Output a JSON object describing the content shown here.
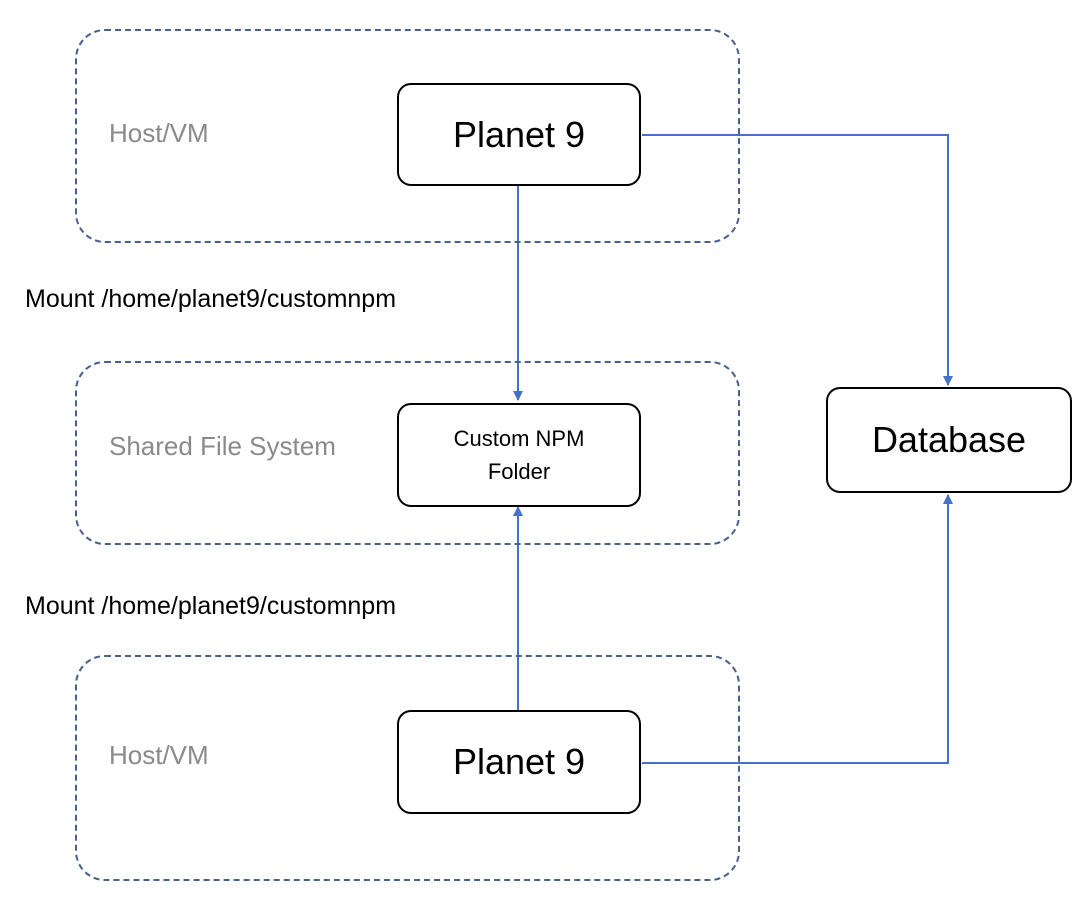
{
  "zones": {
    "host_top": {
      "label": "Host/VM"
    },
    "shared": {
      "label": "Shared File System"
    },
    "host_bottom": {
      "label": "Host/VM"
    }
  },
  "nodes": {
    "planet9_top": {
      "label": "Planet 9"
    },
    "custom_npm": {
      "line1": "Custom NPM",
      "line2": "Folder"
    },
    "planet9_bottom": {
      "label": "Planet 9"
    },
    "database": {
      "label": "Database"
    }
  },
  "edges": {
    "mount_top": {
      "label": "Mount /home/planet9/customnpm"
    },
    "mount_bottom": {
      "label": "Mount /home/planet9/customnpm"
    }
  },
  "colors": {
    "connector": "#4472c4",
    "zone_border": "#4a5f8a",
    "zone_label": "#8a8a8a"
  }
}
